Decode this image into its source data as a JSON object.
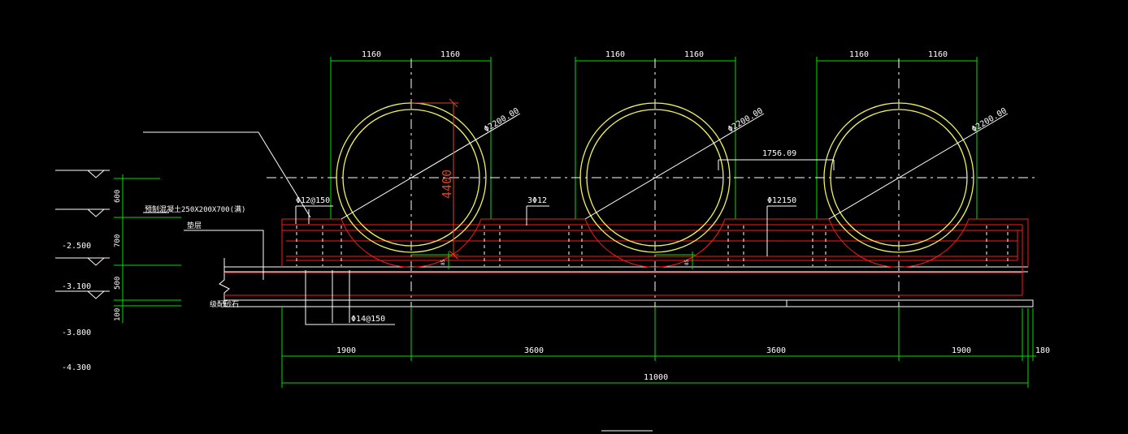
{
  "colors": {
    "background": "#000000",
    "dimension": "#00e000",
    "outline": "#ffffff",
    "rebar": "#ff1a1a",
    "pipe": "#f0f060",
    "vertical_dim": "#e04020"
  },
  "pipe_dims": {
    "half_widths": [
      "1160",
      "1160",
      "1160",
      "1160",
      "1160",
      "1160"
    ],
    "diameter": [
      "Φ2200.00",
      "Φ2200.00",
      "Φ2200.00"
    ],
    "height": "4400",
    "clear_gap": "1756.09"
  },
  "elevation_scale": {
    "segments": [
      "600",
      "700",
      "500",
      "100"
    ],
    "levels": [
      "-2.500",
      "-3.100",
      "-3.800",
      "-4.300"
    ]
  },
  "annotations": {
    "rebar_phi12_150": "Φ12@150",
    "rebar_3phi12": "3Φ12",
    "rebar_phi12150": "Φ12150",
    "rebar_phi14_150": "Φ14@150",
    "precast_block": "预制混凝土250X200X700(满)",
    "cushion": "垫层",
    "gravel": "级配砂石",
    "small_dim_1": "85",
    "small_dim_2": "85"
  },
  "bottom_dims": {
    "segments": [
      "1900",
      "3600",
      "3600",
      "1900"
    ],
    "edge": "180",
    "total": "11000"
  }
}
